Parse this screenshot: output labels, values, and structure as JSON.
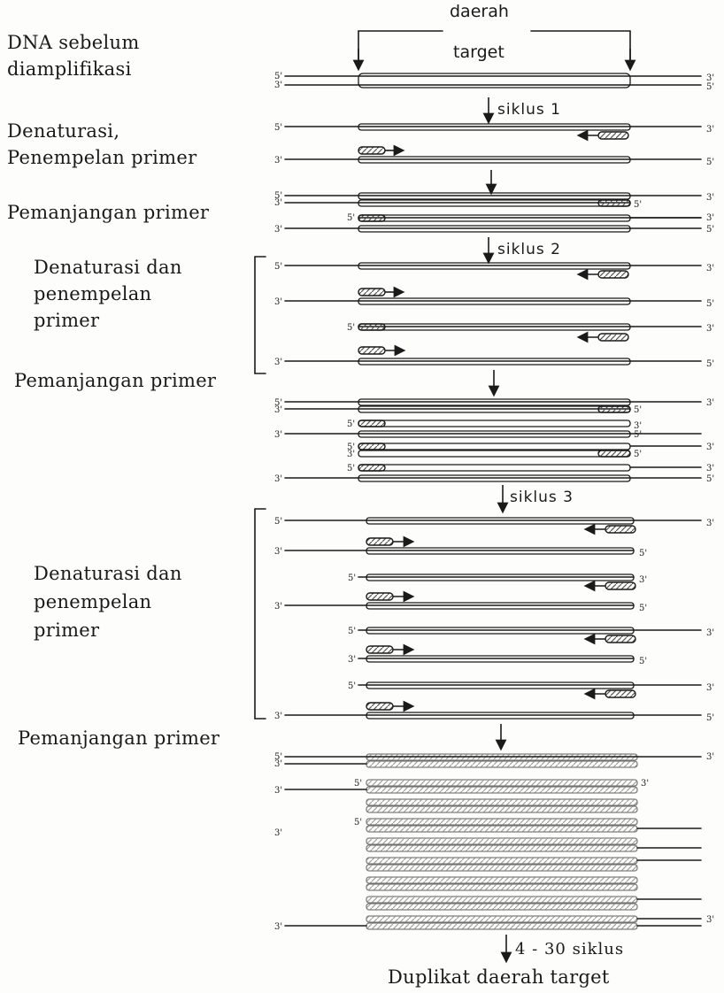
{
  "header": {
    "target_line1": "daerah",
    "target_line2": "target"
  },
  "steps": {
    "dna_before_line1": "DNA sebelum",
    "dna_before_line2": "diamplifikasi",
    "denat1_line1": "Denaturasi,",
    "denat1_line2": "Penempelan primer",
    "extend1": "Pemanjangan primer",
    "denat2_line1": "Denaturasi dan",
    "denat2_line2": "penempelan",
    "denat2_line3": "primer",
    "extend2": "Pemanjangan primer",
    "denat3_line1": "Denaturasi dan",
    "denat3_line2": "penempelan",
    "denat3_line3": "primer",
    "extend3": "Pemanjangan primer"
  },
  "cycles": {
    "c1": "siklus 1",
    "c2": "siklus 2",
    "c3": "siklus 3",
    "c4": "4 - 30 siklus"
  },
  "footer": {
    "result": "Duplikat daerah target"
  },
  "strand_end_labels": {
    "five_prime": "5'",
    "three_prime": "3'"
  },
  "colors": {
    "ink": "#1a1a1a",
    "paper": "#fdfdfb",
    "hatch": "#6a6a6a"
  }
}
